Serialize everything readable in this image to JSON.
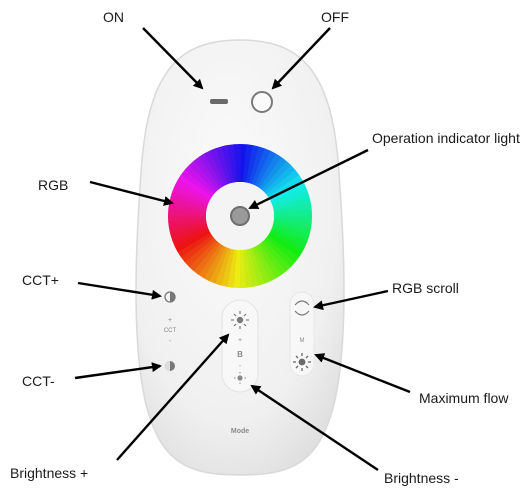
{
  "labels": {
    "on": "ON",
    "off": "OFF",
    "indicator": "Operation indicator light",
    "rgb": "RGB",
    "cct_plus": "CCT+",
    "cct_minus": "CCT-",
    "rgb_scroll": "RGB scroll",
    "max_flow": "Maximum flow",
    "brightness_plus": "Brightness +",
    "brightness_minus": "Brightness -"
  },
  "remote": {
    "cct_text": "CCT",
    "b_text": "B",
    "m_text": "M",
    "mode_text": "Mode",
    "body_color": "#f1f1f1",
    "edge_color": "#d9d9d9"
  },
  "icons": [
    "power-on-icon",
    "power-off-icon",
    "color-wheel-icon",
    "indicator-light-icon",
    "cct-plus-icon",
    "cct-minus-icon",
    "sun-bright-icon",
    "sun-dim-icon",
    "rgb-scroll-icon",
    "max-flow-icon"
  ]
}
